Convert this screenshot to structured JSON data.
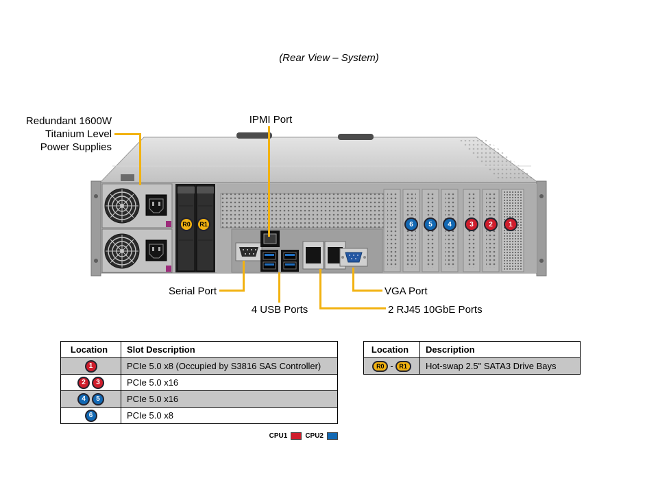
{
  "title": "(Rear View – System)",
  "callouts": {
    "psu_lines": [
      "Redundant 1600W",
      "Titanium Level",
      "Power Supplies"
    ],
    "ipmi": "IPMI Port",
    "serial": "Serial Port",
    "usb": "4 USB Ports",
    "vga": "VGA Port",
    "rj45": "2 RJ45 10GbE Ports"
  },
  "server": {
    "slot_badges": [
      {
        "label": "6",
        "color": "blue"
      },
      {
        "label": "5",
        "color": "blue"
      },
      {
        "label": "4",
        "color": "blue"
      },
      {
        "label": "3",
        "color": "red"
      },
      {
        "label": "2",
        "color": "red"
      },
      {
        "label": "1",
        "color": "red"
      }
    ],
    "drive_badges": [
      {
        "label": "R0",
        "color": "yellow"
      },
      {
        "label": "R1",
        "color": "yellow"
      }
    ]
  },
  "tables": {
    "slots": {
      "headers": [
        "Location",
        "Slot Description"
      ],
      "rows": [
        {
          "badges": [
            "1"
          ],
          "badge_color": "red",
          "description": "PCIe 5.0 x8 (Occupied by S3816 SAS Controller)"
        },
        {
          "badges": [
            "2",
            "3"
          ],
          "badge_color": "red",
          "description": "PCIe 5.0 x16"
        },
        {
          "badges": [
            "4",
            "5"
          ],
          "badge_color": "blue",
          "description": "PCIe 5.0 x16"
        },
        {
          "badges": [
            "6"
          ],
          "badge_color": "blue",
          "description": "PCIe 5.0 x8"
        }
      ]
    },
    "drives": {
      "headers": [
        "Location",
        "Description"
      ],
      "rows": [
        {
          "badges": [
            "R0",
            "R1"
          ],
          "separator": "-",
          "badge_color": "yellow",
          "description": "Hot-swap 2.5\" SATA3 Drive Bays"
        }
      ]
    }
  },
  "legend": [
    {
      "label": "CPU1",
      "color": "#cf1d2c"
    },
    {
      "label": "CPU2",
      "color": "#1268b3"
    }
  ],
  "colors": {
    "cpu1_red": "#cf1d2c",
    "cpu2_blue": "#1268b3",
    "callout_yellow": "#f2b211"
  }
}
